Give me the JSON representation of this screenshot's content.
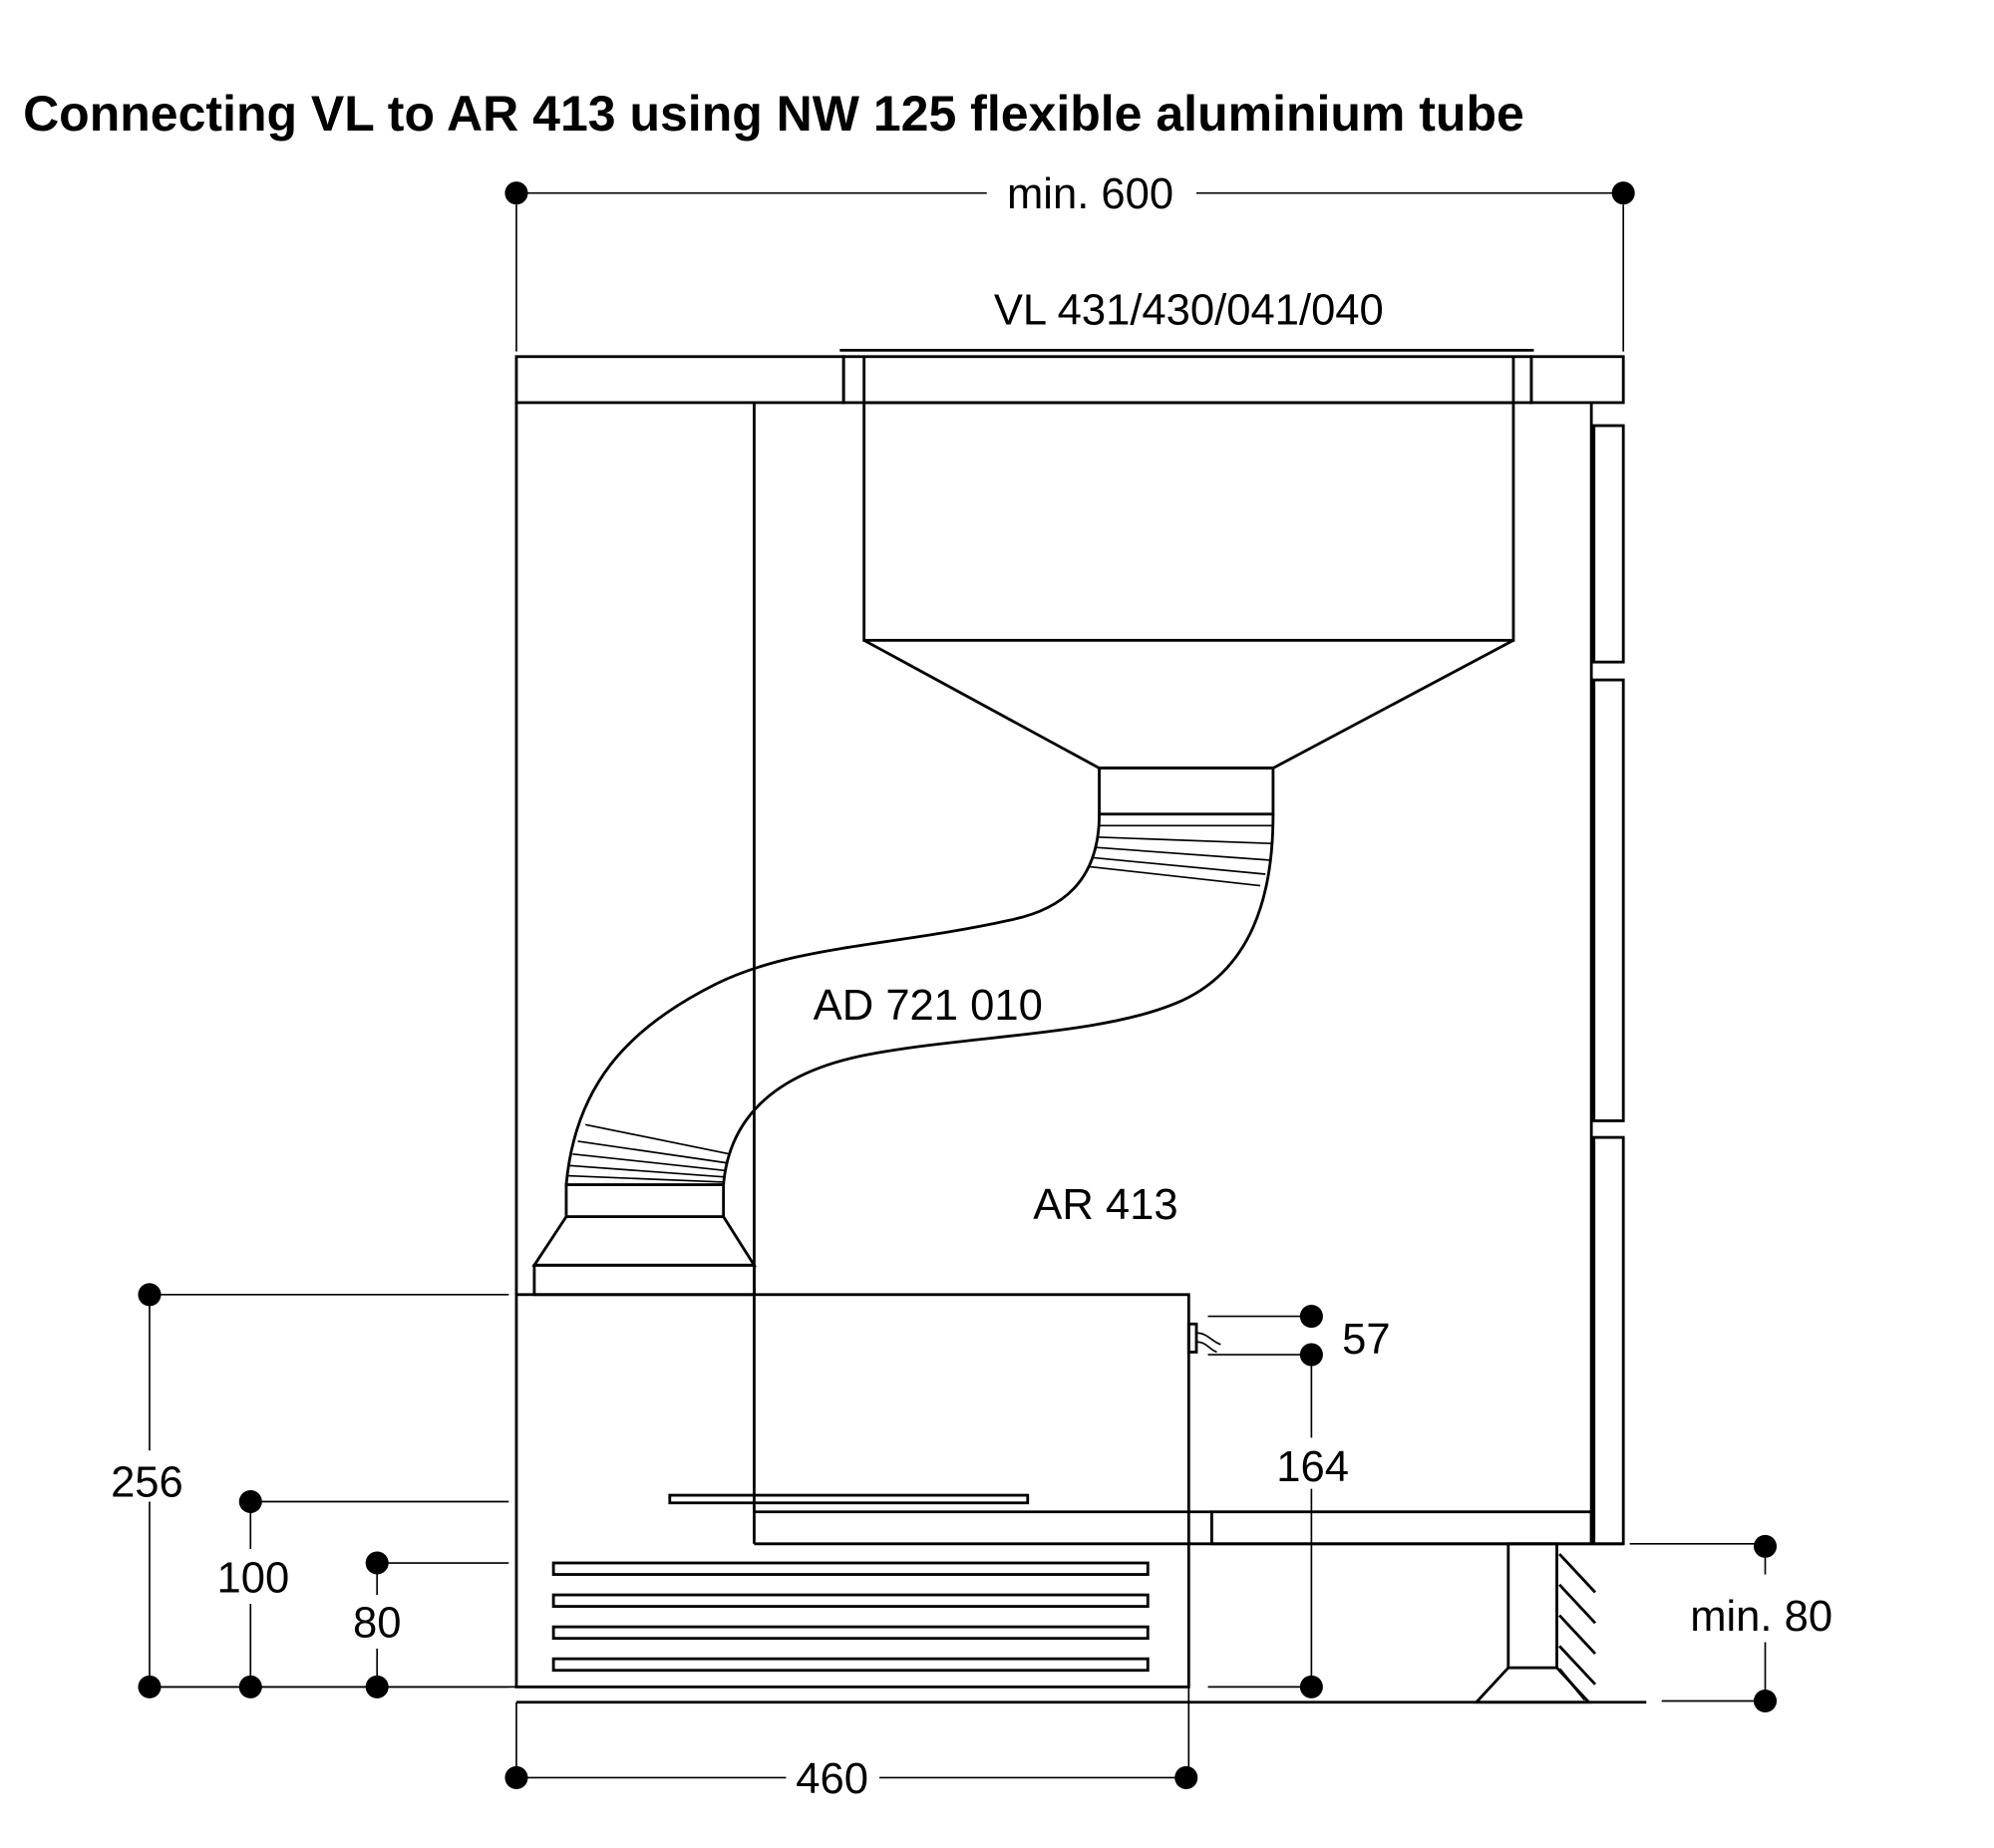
{
  "title": "Connecting VL to AR 413 using NW 125 flexible aluminium tube",
  "labels": {
    "appliance": "VL 431/430/041/040",
    "tube": "AD 721 010",
    "unit": "AR 413"
  },
  "dimensions": {
    "width_top": "min. 600",
    "height_unit": "256",
    "height_100": "100",
    "height_80": "80",
    "width_unit": "460",
    "connector": "57",
    "connector_height": "164",
    "plinth": "min. 80"
  }
}
